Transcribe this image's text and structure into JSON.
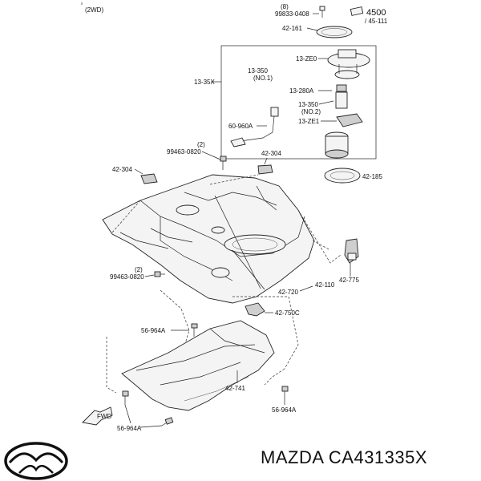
{
  "header": {
    "variant": "(2WD)"
  },
  "brand": {
    "text": "MAZDA CA431335X",
    "logo": "mazda-logo"
  },
  "labels": {
    "l_8": "(8)",
    "l_99833": "99833-0408",
    "l_4500": "4500",
    "l_45111": "/ 45-111",
    "l_42161": "42-161",
    "l_13ZE0": "13-ZE0",
    "l_13350a": "13-350",
    "l_no1": "(NO.1)",
    "l_13280A": "13-280A",
    "l_13350b": "13-350",
    "l_no2": "(NO.2)",
    "l_13ZE1": "13-ZE1",
    "l_1335X": "13-35X",
    "l_60960A": "60-960A",
    "l_2a": "(2)",
    "l_99463a": "99463-0820",
    "l_42304a": "42-304",
    "l_42304b": "42-304",
    "l_42185": "42-185",
    "l_42775": "42-775",
    "l_2b": "(2)",
    "l_99463b": "99463-0820",
    "l_42720": "42-720",
    "l_42110": "42-110",
    "l_42750C": "42-750C",
    "l_56964Aa": "56-964A",
    "l_42741": "42-741",
    "l_56964Ab": "56-964A",
    "l_56964Ac": "56-964A",
    "l_fwd": "FWD"
  }
}
